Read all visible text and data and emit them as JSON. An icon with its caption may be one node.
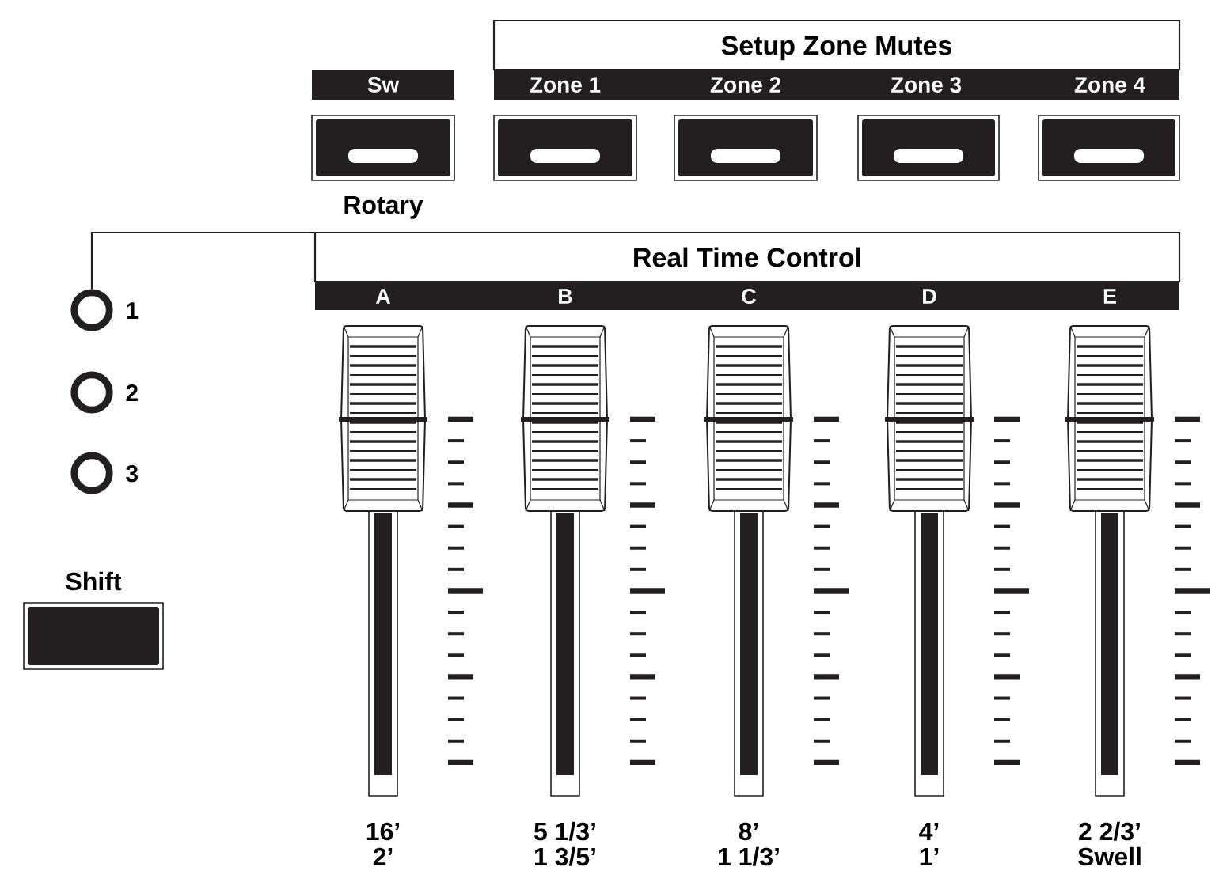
{
  "diagram": {
    "nodes": [
      {
        "text": [
          "Setup Zone Mutes"
        ]
      },
      {
        "text": [
          "Sw"
        ]
      },
      {
        "text": [
          "Zone 1",
          "Zone 2",
          "Zone 3",
          "Zone 4"
        ]
      },
      {
        "text": [],
        "shape": "box",
        "beside": [
          "Rotary"
        ]
      },
      {
        "text": [],
        "shape": "box"
      },
      {
        "text": [],
        "shape": "box"
      },
      {
        "text": [],
        "shape": "box"
      },
      {
        "text": [],
        "shape": "box"
      },
      {
        "text": [
          "Real Time Control"
        ]
      },
      {
        "text": [
          "A",
          "B",
          "C",
          "D",
          "E"
        ]
      },
      {
        "text": [],
        "shape": "circle",
        "beside": [
          "1"
        ]
      },
      {
        "text": [],
        "shape": "circle",
        "beside": [
          "2"
        ]
      },
      {
        "text": [],
        "shape": "circle",
        "beside": [
          "3"
        ]
      },
      {
        "text": [],
        "shape": "box",
        "beside": [
          "Shift"
        ]
      },
      {
        "text": [],
        "shape": "slider",
        "beside": [
          "16’",
          "2’"
        ]
      },
      {
        "text": [],
        "shape": "slider",
        "beside": [
          "5 1/3’",
          "1 3/5’"
        ]
      },
      {
        "text": [],
        "shape": "slider",
        "beside": [
          "8’",
          "1 1/3’"
        ]
      },
      {
        "text": [],
        "shape": "slider",
        "beside": [
          "4’",
          "1’"
        ]
      },
      {
        "text": [],
        "shape": "slider",
        "beside": [
          "2 2/3’",
          "Swell"
        ]
      }
    ],
    "edges": [
      {
        "from": 8,
        "to": 10,
        "arrow": "none"
      }
    ]
  }
}
